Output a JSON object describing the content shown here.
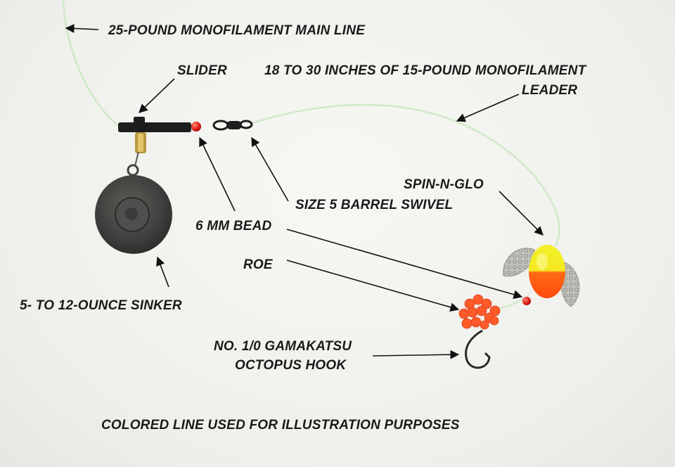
{
  "labels": {
    "main_line": "25-POUND MONOFILAMENT MAIN LINE",
    "slider": "SLIDER",
    "leader_line1": "18 TO 30 INCHES OF 15-POUND MONOFILAMENT",
    "leader_line2": "LEADER",
    "spin_n_glo": "SPIN-N-GLO",
    "swivel": "SIZE 5 BARREL SWIVEL",
    "bead": "6 MM BEAD",
    "roe": "ROE",
    "sinker": "5- TO 12-OUNCE SINKER",
    "hook_line1": "NO. 1/0 GAMAKATSU",
    "hook_line2": "OCTOPUS HOOK",
    "footer": "COLORED LINE USED FOR ILLUSTRATION PURPOSES"
  },
  "colors": {
    "line": "#c8e8c0",
    "sinker": "#4a4a48",
    "bead": "#e8201a",
    "spinner_yellow": "#f2f02a",
    "spinner_orange": "#ff5a14",
    "roe": "#ff5a2a",
    "blade": "#b8b8b4"
  }
}
